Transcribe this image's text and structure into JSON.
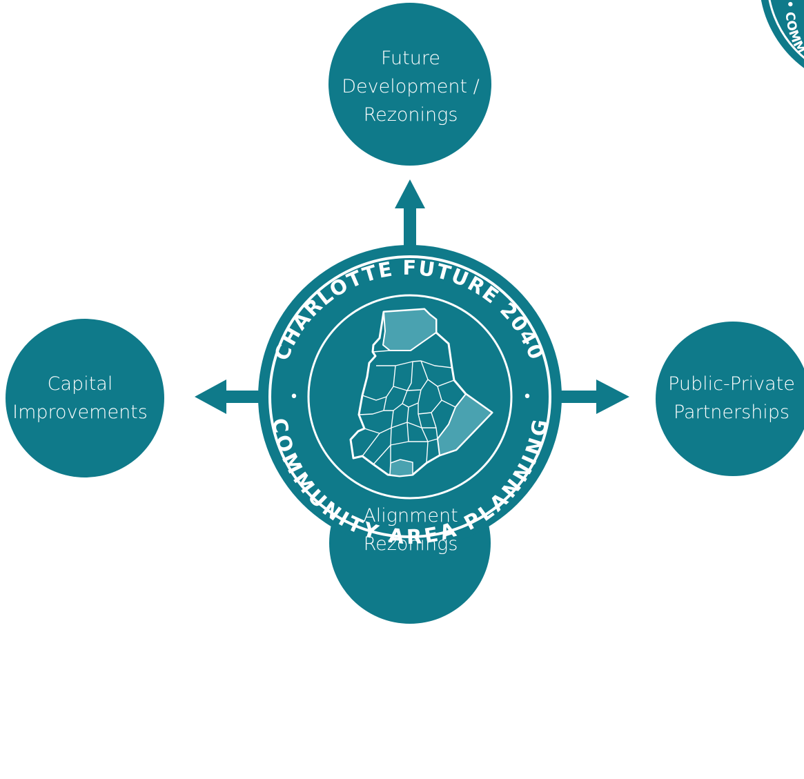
{
  "colors": {
    "teal": "#0f7a8a",
    "highlight": "#4aa2b0",
    "white": "#ffffff"
  },
  "nodes": {
    "top": {
      "label": "Future\nDevelopment /\nRezonings"
    },
    "left": {
      "label": "Capital\nImprovements"
    },
    "right": {
      "label": "Public-Private\nPartnerships"
    },
    "bottom": {
      "label": "Alignment\nRezonings"
    }
  },
  "seal": {
    "top_text": "CHARLOTTE FUTURE 2040",
    "bottom_text": "COMMUNITY AREA PLANNING",
    "separator": "•",
    "map": "county-map-icon"
  },
  "corner_seal": {
    "text": "• COMM",
    "icon": "partial-seal-icon"
  }
}
